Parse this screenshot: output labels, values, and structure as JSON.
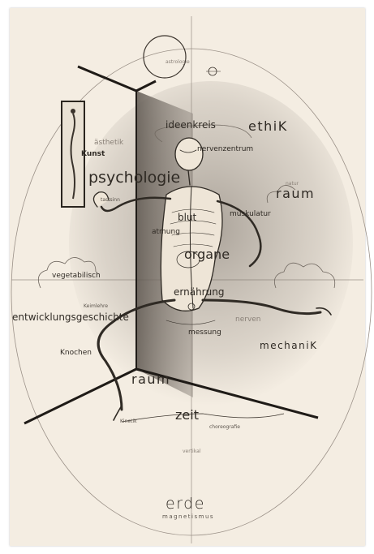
{
  "labels": {
    "astrologie": "astrologie",
    "aesthetik": "ästhetik",
    "kunst": "Kunst",
    "ideenkreis": "ideenkreis",
    "ethik": "ethiK",
    "nervenzentrum": "nervenzentrum",
    "psychologie": "psychologie",
    "natur": "natur",
    "raum_upper": "raum",
    "tastsinn": "tastsinn",
    "blut": "blut",
    "muskulatur": "muskulatur",
    "atmung": "atmung",
    "organe": "organe",
    "vegetabilisch": "vegetabilisch",
    "ernaehrung": "ernährung",
    "entwicklungsgeschichte": "entwicklungsgeschichte",
    "keimlehre": "Keimlehre",
    "messung": "messung",
    "nerven": "nerven",
    "mechanik": "mechaniK",
    "knochen": "Knochen",
    "raum_lower": "raum",
    "kinetik": "Kinetik",
    "zeit": "zeit",
    "choreografie": "choreografie",
    "vertikal": "vertikal",
    "erde": "erde",
    "magnetismus": "magnetismus"
  },
  "colors": {
    "paper": "#f4ede2",
    "ink": "#2f2a24",
    "line": "#3a332c",
    "faint_line": "#9a9087",
    "wall_shade": "#8d857d"
  }
}
